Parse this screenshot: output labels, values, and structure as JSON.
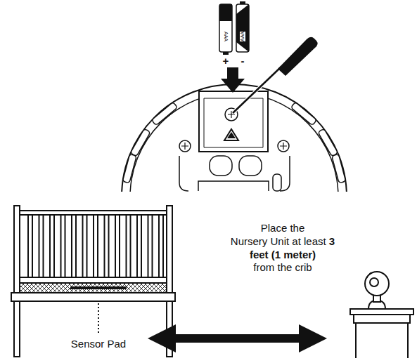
{
  "diagram": {
    "labels": [
      "AAA",
      "AAA",
      "+",
      "-",
      "Place the",
      "Nursery Unit at least",
      "3",
      "feet (1 meter)",
      "from the crib",
      "Sensor Pad"
    ]
  }
}
